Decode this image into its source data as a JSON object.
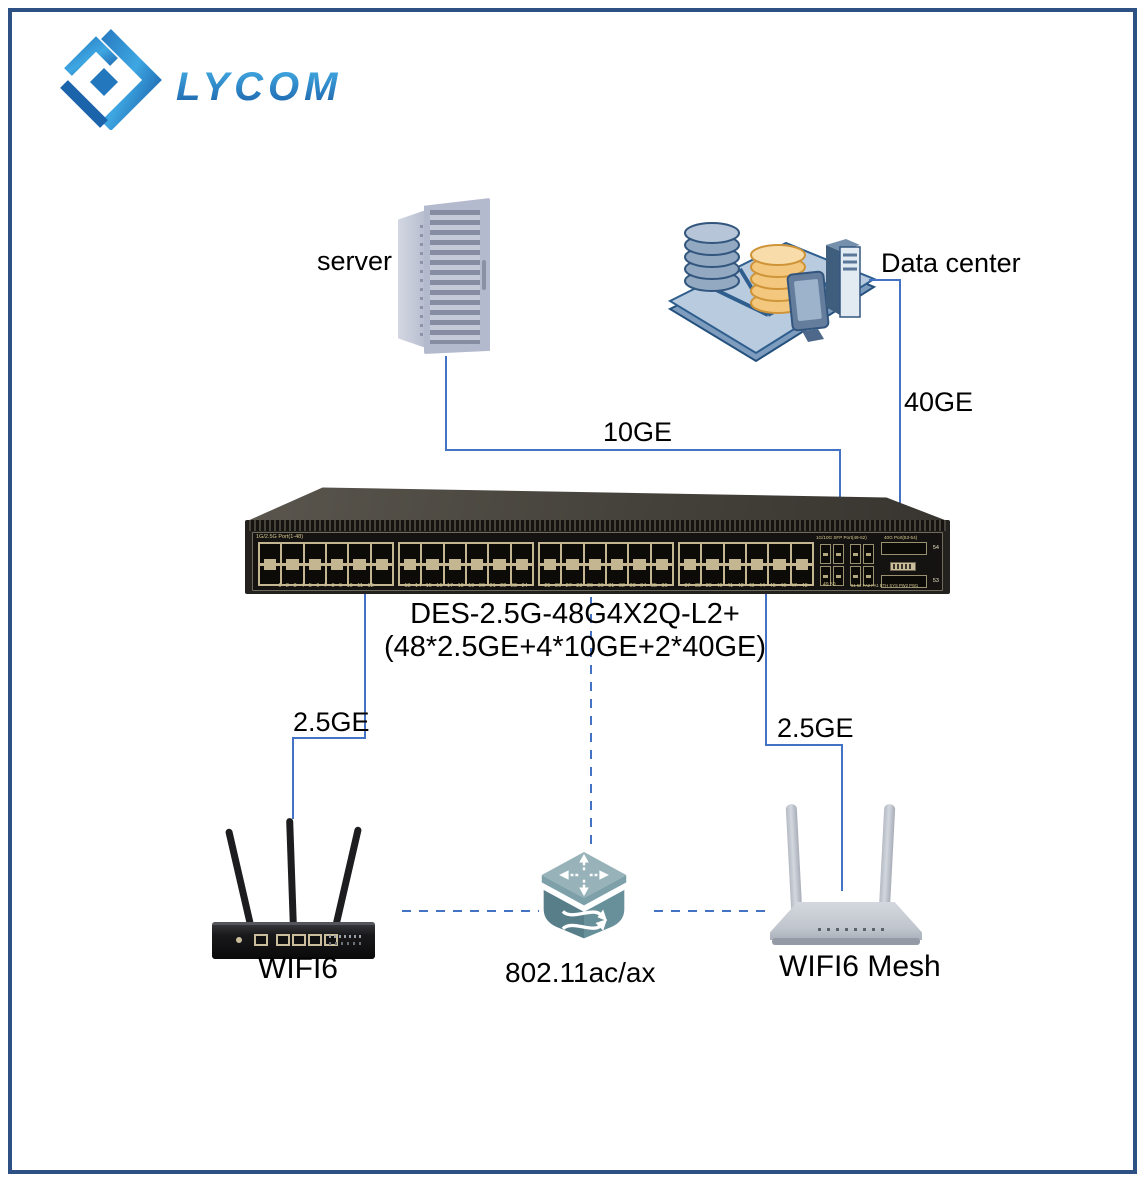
{
  "brand": {
    "name": "LYCOM"
  },
  "nodes": {
    "server": {
      "label": "server"
    },
    "data_center": {
      "label": "Data center"
    },
    "switch": {
      "model": "DES-2.5G-48G4X2Q-L2+",
      "ports_summary": "(48*2.5GE+4*10GE+2*40GE)",
      "panel": {
        "rj45_label": "1G/2.5G Port(1-48)",
        "sfp_label": "1G/10G SFP Port(49-52)",
        "qsfp_label": "40G Port(53-54)",
        "rj45_port_numbers": [
          "1 2 3 4 5 6 7 8 9 10 11 12",
          "13 14 15 16 17 18 19 20 21 22 23 24",
          "25 26 27 28 29 30 31 32 33 34 35 36",
          "37 38 39 40 41 42 43 44 45 46 47 48"
        ],
        "sfp_port_numbers": "49 50",
        "status_port_numbers": "51 52 FA2 FA1 ETH SYS PW2 PW1",
        "qsfp_top": "54",
        "qsfp_bottom": "53"
      }
    },
    "wifi6_router": {
      "label": "WIFI6"
    },
    "wireless_ap": {
      "label": "802.11ac/ax"
    },
    "wifi6_mesh": {
      "label": "WIFI6 Mesh"
    }
  },
  "links": {
    "server_switch": {
      "label": "10GE"
    },
    "datacenter_switch": {
      "label": "40GE"
    },
    "switch_wifi6": {
      "label": "2.5GE"
    },
    "switch_mesh": {
      "label": "2.5GE"
    }
  },
  "colors": {
    "link_line": "#4472c4",
    "frame_border": "#2d5185",
    "brand_dark": "#1a5fa8",
    "brand_light": "#45b0e6"
  }
}
